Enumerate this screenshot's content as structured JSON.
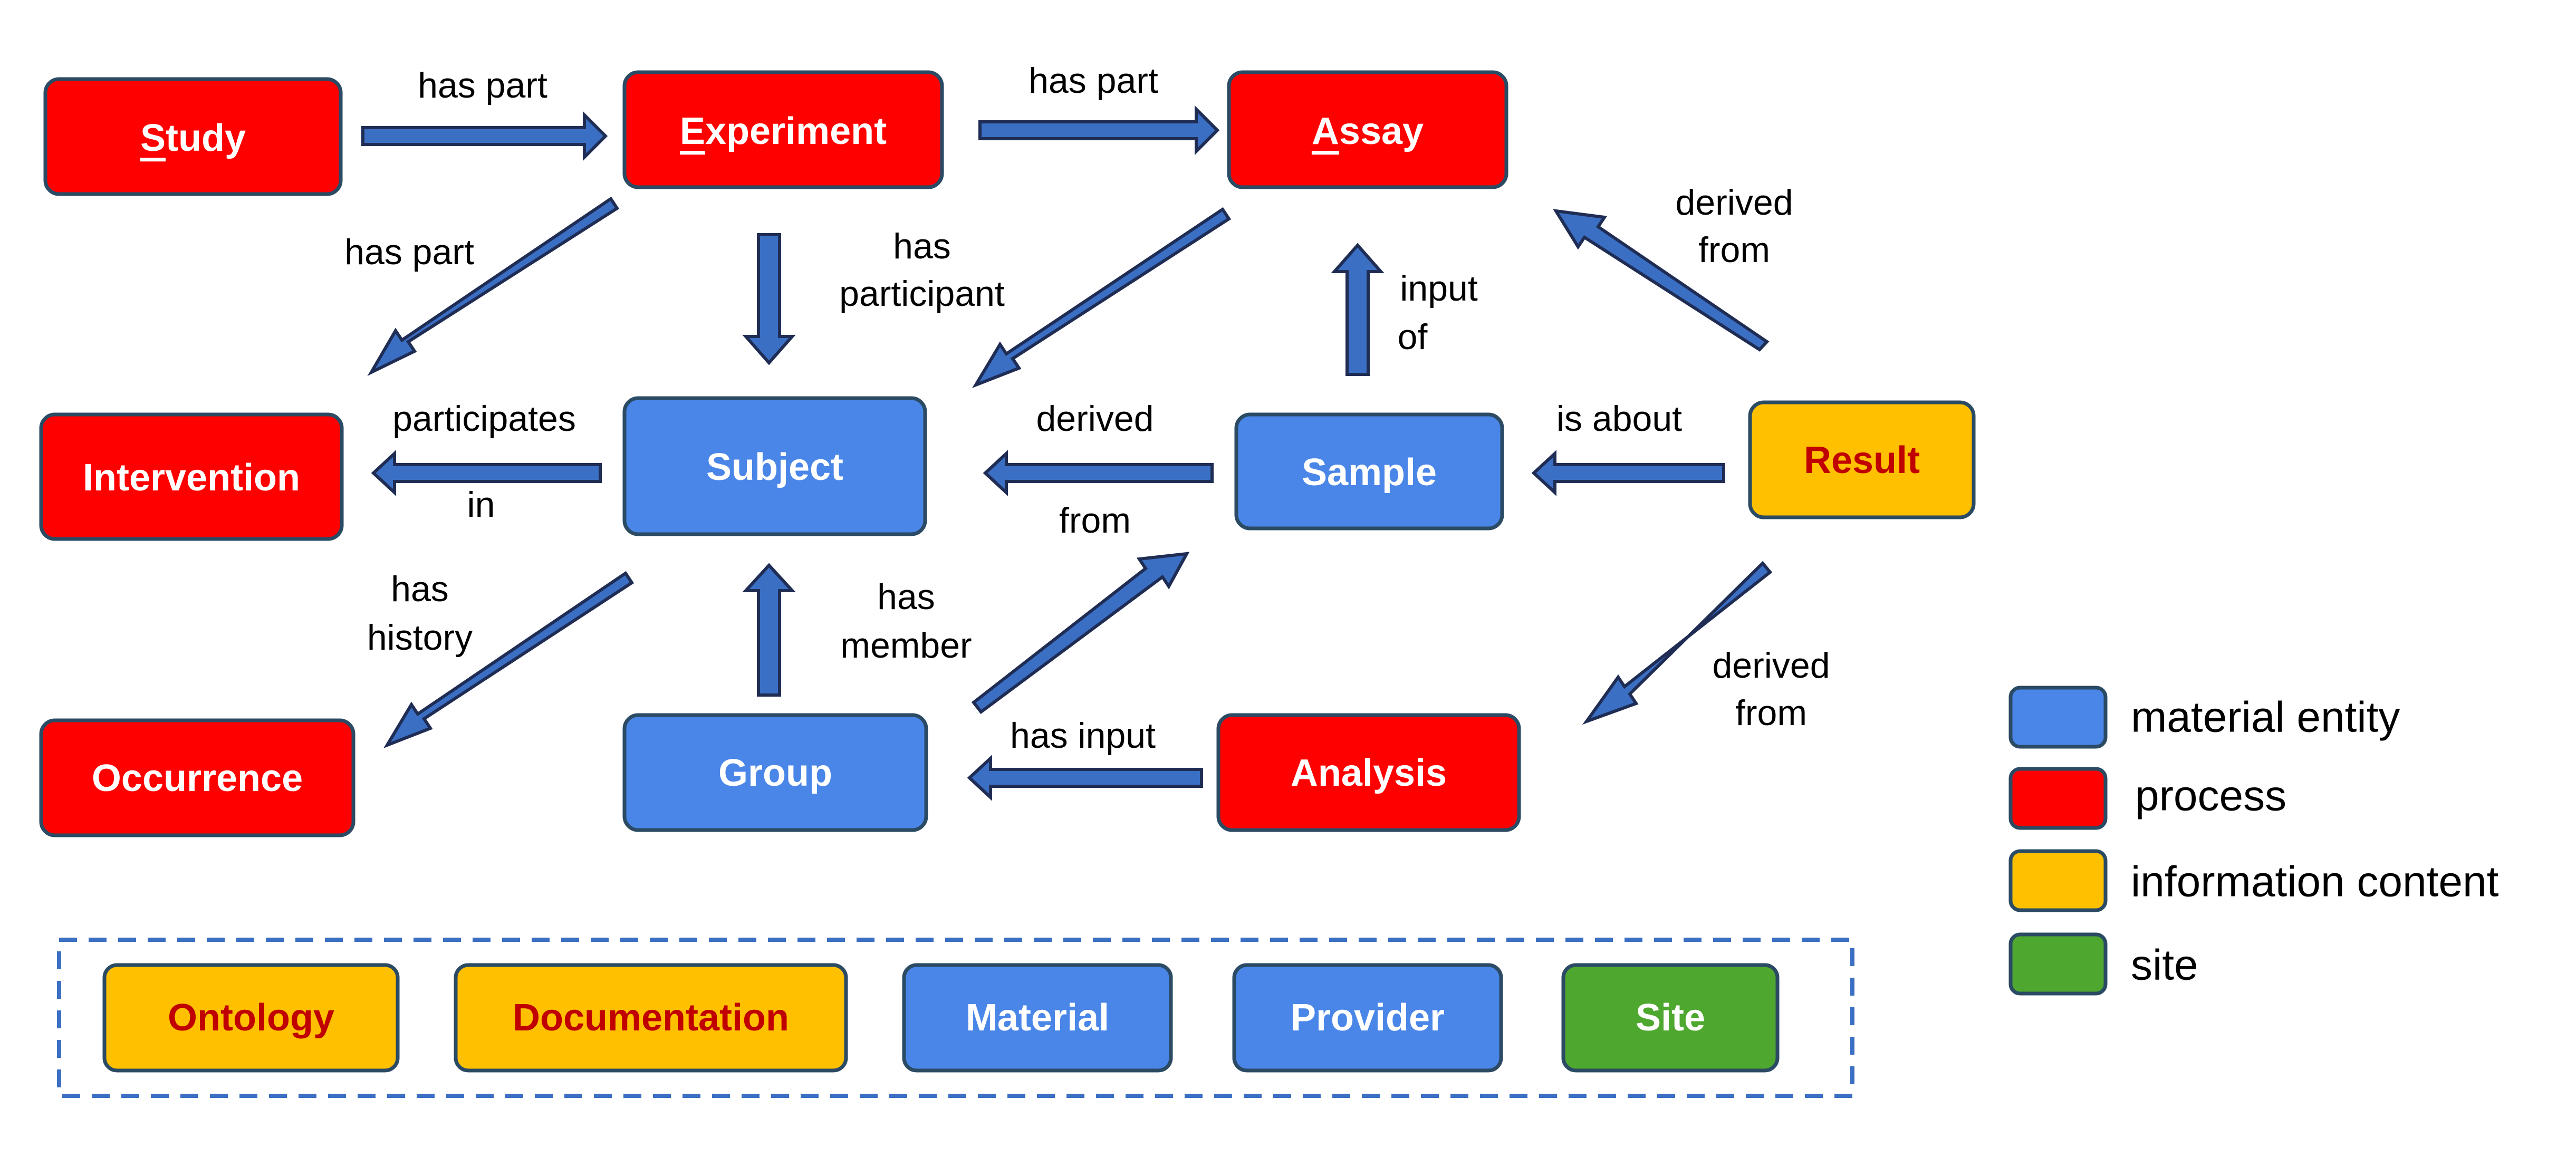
{
  "colors": {
    "material_entity": "#4A86E8",
    "process": "#FF0000",
    "information_content": "#FFC000",
    "site": "#4EA72E",
    "text_on_red_blue_green": "#FFFFFF",
    "text_on_yellow": "#C00000",
    "arrow_fill": "#3B6FC4",
    "arrow_stroke": "#1F2D55",
    "box_stroke": "#2B4A63",
    "dashed_border": "#3B6FC4"
  },
  "nodes": {
    "study": {
      "first": "S",
      "rest": "tudy",
      "category": "process"
    },
    "experiment": {
      "first": "E",
      "rest": "xperiment",
      "category": "process"
    },
    "assay": {
      "first": "A",
      "rest": "ssay",
      "category": "process"
    },
    "intervention": {
      "label": "Intervention",
      "category": "process"
    },
    "occurrence": {
      "label": "Occurrence",
      "category": "process"
    },
    "analysis": {
      "label": "Analysis",
      "category": "process"
    },
    "subject": {
      "label": "Subject",
      "category": "material entity"
    },
    "sample": {
      "label": "Sample",
      "category": "material entity"
    },
    "group": {
      "label": "Group",
      "category": "material entity"
    },
    "result": {
      "label": "Result",
      "category": "information content"
    }
  },
  "edges": [
    {
      "from": "Study",
      "to": "Experiment",
      "label_lines": [
        "has part"
      ]
    },
    {
      "from": "Experiment",
      "to": "Assay",
      "label_lines": [
        "has part"
      ]
    },
    {
      "from": "Experiment",
      "to": "Intervention",
      "label_lines": [
        "has part"
      ]
    },
    {
      "from": "Experiment",
      "to": "Subject",
      "label_lines": [
        "has",
        "participant"
      ]
    },
    {
      "from": "Assay",
      "to": "Subject",
      "label_lines": []
    },
    {
      "from": "Sample",
      "to": "Assay",
      "label_lines": [
        "input",
        "of"
      ]
    },
    {
      "from": "Result",
      "to": "Assay",
      "label_lines": [
        "derived",
        "from"
      ]
    },
    {
      "from": "Subject",
      "to": "Intervention",
      "label_lines": [
        "participates",
        "in"
      ]
    },
    {
      "from": "Sample",
      "to": "Subject",
      "label_lines": [
        "derived",
        "from"
      ]
    },
    {
      "from": "Result",
      "to": "Sample",
      "label_lines": [
        "is about"
      ]
    },
    {
      "from": "Subject",
      "to": "Occurrence",
      "label_lines": [
        "has",
        "history"
      ]
    },
    {
      "from": "Group",
      "to": "Subject",
      "label_lines": [
        "has",
        "member"
      ]
    },
    {
      "from": "Group",
      "to": "Sample",
      "label_lines": []
    },
    {
      "from": "Analysis",
      "to": "Group",
      "label_lines": [
        "has input"
      ]
    },
    {
      "from": "Result",
      "to": "Analysis",
      "label_lines": [
        "derived",
        "from"
      ]
    }
  ],
  "legend": [
    {
      "label": "material entity",
      "color": "#4A86E8"
    },
    {
      "label": "process",
      "color": "#FF0000"
    },
    {
      "label": "information content",
      "color": "#FFC000"
    },
    {
      "label": "site",
      "color": "#4EA72E"
    }
  ],
  "bottom_group": [
    {
      "label": "Ontology",
      "category": "information content"
    },
    {
      "label": "Documentation",
      "category": "information content"
    },
    {
      "label": "Material",
      "category": "material entity"
    },
    {
      "label": "Provider",
      "category": "material entity"
    },
    {
      "label": "Site",
      "category": "site"
    }
  ]
}
